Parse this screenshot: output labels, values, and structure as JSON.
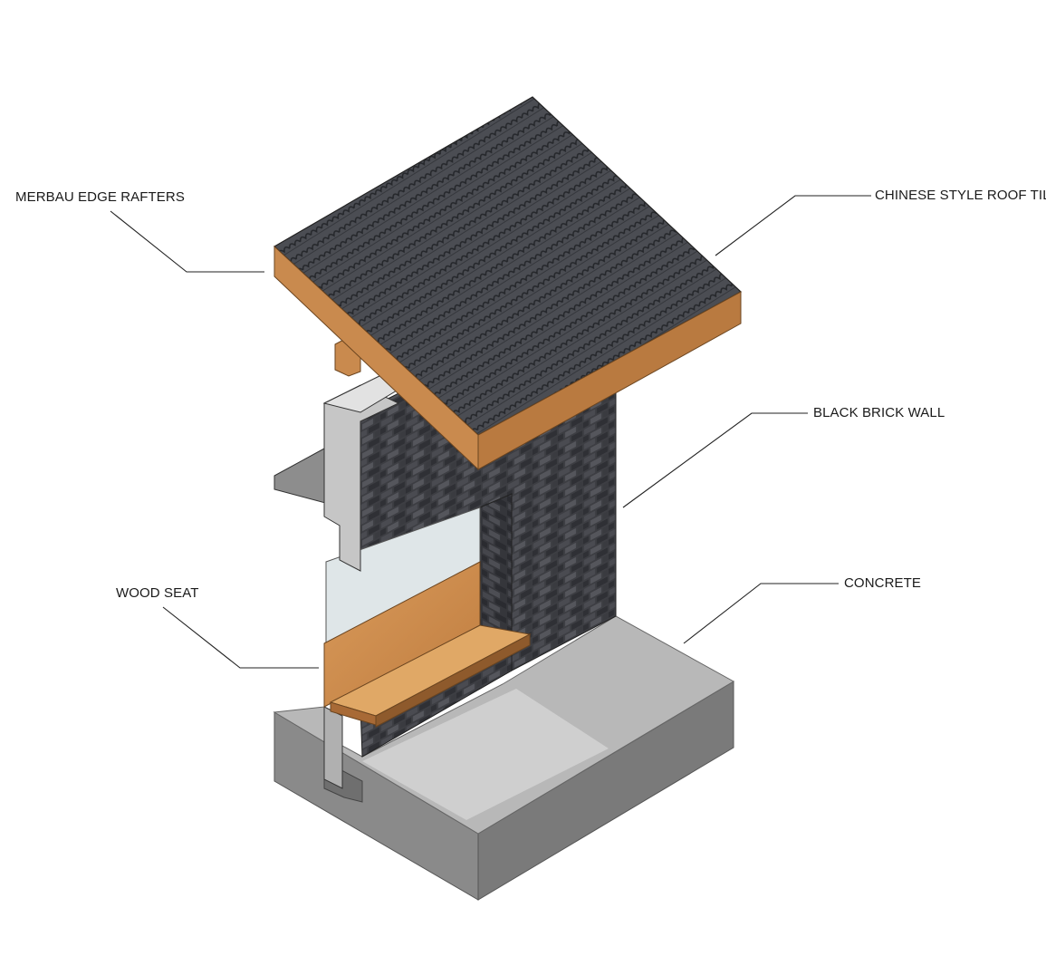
{
  "labels": {
    "merbau_edge_rafters": "MERBAU EDGE RAFTERS",
    "chinese_style_roof": "CHINESE STYLE ROOF TILE",
    "black_brick_wall": "BLACK BRICK WALL",
    "wood_seat": "WOOD SEAT",
    "concrete": "CONCRETE"
  },
  "colors": {
    "roof_tile": "#4a4c52",
    "roof_tile_dark": "#2e3035",
    "timber": "#c98a4e",
    "timber_dark": "#a86a36",
    "brick": "#3a3b40",
    "concrete_top": "#b3b3b3",
    "concrete_side": "#8f8f8f",
    "glass": "#dde4e6",
    "leader": "#222222"
  }
}
